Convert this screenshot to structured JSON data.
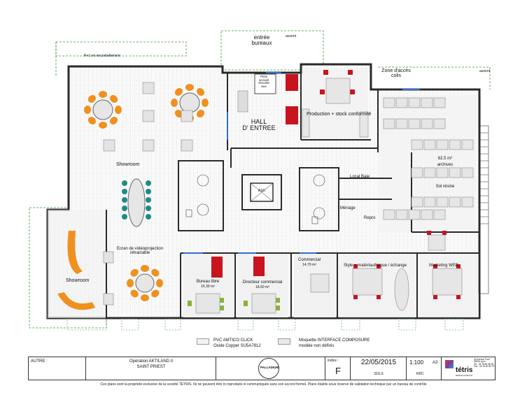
{
  "rooms": {
    "entree_bureaux": "entrée\nbureaux",
    "ouvert_top": "auvent",
    "ouvert_right": "auvent",
    "rue": "R+1 en encorbellement",
    "hall": "HALL\nD' ENTREE",
    "production": "Production + stock conformité",
    "zone_acces": "Zone d'accès\ncolis",
    "archives_area": "62.5 m²",
    "archives": "archives",
    "sol_resine": "Sol résine",
    "showroom_top": "Showroom",
    "showroom_bottom": "Showroom",
    "local_baie": "Local Baie",
    "menage": "Ménage",
    "repro": "Repro",
    "ecran": "Ecran de vidéoprojection\nrétractable",
    "bureau_libre": "Bureau libre",
    "bureau_libre_area": "16.39 m²",
    "directeur": "Directeur  commercial",
    "directeur_area": "18.60 m²",
    "commercial": "Commercial",
    "commercial_area": "14.79 m²",
    "style": "Style + matériauthèque / échange",
    "marketing": "Marketing WEB",
    "ascenseur": "ASC",
    "bloc_text": "Plots\naccueil\nsécurité\nbus"
  },
  "legend": {
    "item1_line1": "PVC AMTICO CLICK",
    "item1_line2": "Oxide Copper SU5A7812",
    "item2_line1": "Moquette INTERFACE COMPOSURE",
    "item2_line2": "modèle non définis"
  },
  "title_block": {
    "autre": "AUTRE :",
    "operation": "Opération AKTILAND II",
    "site": "SAINT PRIEST",
    "logo_text": "PALLADIUM",
    "indice_label": "indice :",
    "indice": "F",
    "date": "22/05/2015",
    "sols": "SOLS",
    "scale": "1:100",
    "format": "A3",
    "level": "RDC",
    "brand": "tétris",
    "brand_sub": "DESIGN & BUILD",
    "address": "44 Avenue Foch\n69006 Lyon\nTel : 04 78 89 36 36\nFax : 04 78 60 54 79"
  },
  "footnote": "Ces plans sont la propriété exclusive de la société TETRIS. Ils ne peuvent être ni reproduits ni communiqués sans son accord formel. Plans établis sous réserve de validation technique par un bureau de contrôle",
  "colors": {
    "chair_orange": "#f0901e",
    "chair_teal": "#1f8a8a",
    "chair_red": "#c8141e",
    "chair_green": "#8ab23a",
    "wall_dark": "#2a2a2a",
    "accent_blue": "#2f6fd6",
    "dash_green": "#3a9a3a"
  }
}
